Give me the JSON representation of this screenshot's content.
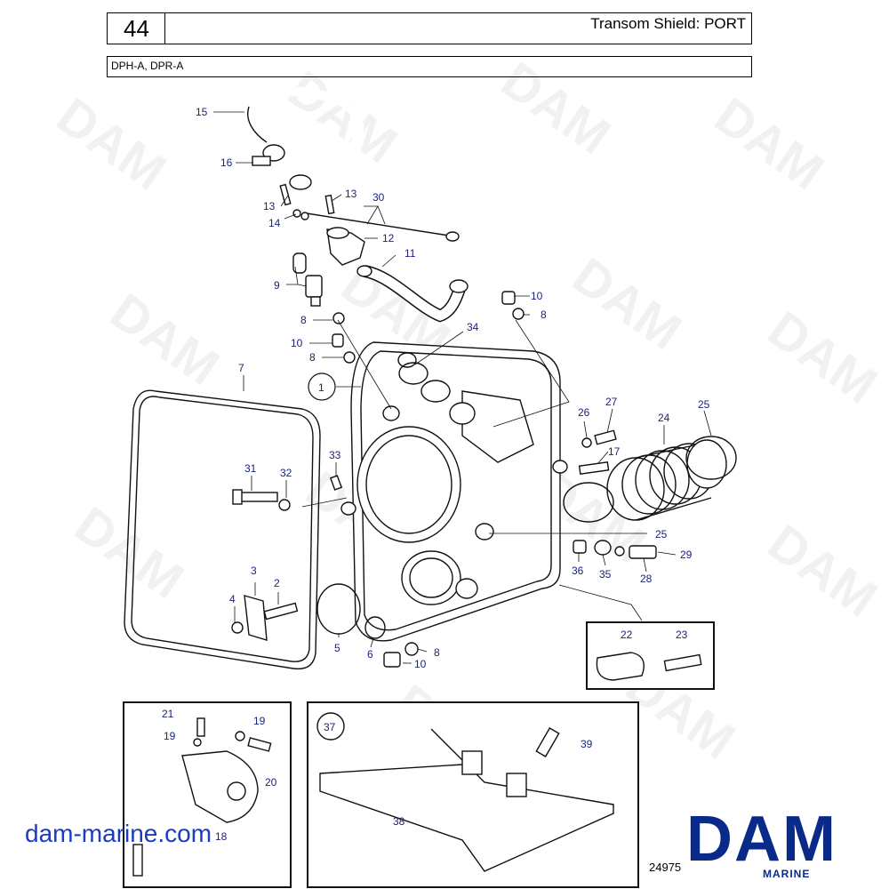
{
  "header": {
    "page_number": "44",
    "title": "Transom Shield: PORT",
    "models": "DPH-A, DPR-A"
  },
  "watermark": "DAM",
  "callouts": [
    "1",
    "2",
    "3",
    "4",
    "5",
    "6",
    "7",
    "8",
    "9",
    "10",
    "11",
    "12",
    "13",
    "14",
    "15",
    "16",
    "17",
    "19",
    "20",
    "21",
    "22",
    "23",
    "24",
    "25",
    "26",
    "27",
    "28",
    "29",
    "30",
    "31",
    "32",
    "33",
    "34",
    "35",
    "36",
    "37",
    "38",
    "39"
  ],
  "callout_labels": {
    "c15": "15",
    "c16": "16",
    "c13a": "13",
    "c13b": "13",
    "c30": "30",
    "c14": "14",
    "c12": "12",
    "c11": "11",
    "c9": "9",
    "c8a": "8",
    "c10a": "10",
    "c8b": "8",
    "c10b": "10",
    "c8c": "8",
    "c34": "34",
    "c7": "7",
    "c1": "1",
    "c26": "26",
    "c27": "27",
    "c24": "24",
    "c25a": "25",
    "c17": "17",
    "c31": "31",
    "c32": "32",
    "c33": "33",
    "c25b": "25",
    "c36": "36",
    "c35": "35",
    "c28": "28",
    "c29": "29",
    "c3": "3",
    "c2": "2",
    "c4": "4",
    "c5": "5",
    "c6": "6",
    "c8d": "8",
    "c10c": "10",
    "c22": "22",
    "c23": "23",
    "c21": "21",
    "c19a": "19",
    "c19b": "19",
    "c20": "20",
    "c18": "18",
    "c37": "37",
    "c39": "39",
    "c38": "38"
  },
  "footer": {
    "website": "dam-marine.com",
    "reference": "24975",
    "brand": "DAM",
    "brand_sub": "MARINE"
  },
  "colors": {
    "callout_text": "#1a237e",
    "brand_blue": "#0a2a8a",
    "url_blue": "#1a3cc0"
  }
}
